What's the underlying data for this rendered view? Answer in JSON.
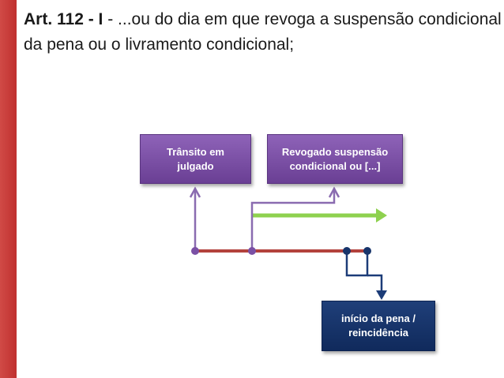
{
  "heading": {
    "article_label": "Art. 112 - I",
    "text": " - ...ou do dia em que revoga a suspensão condicional da pena ou o livramento condicional;"
  },
  "diagram": {
    "transito_label": "Trânsito em julgado",
    "revogado_label": "Revogado suspensão condicional ou [...]",
    "inicio_label": "início da pena / reincidência"
  },
  "colors": {
    "side_bar": "#c8403c",
    "purple_box": "#7b50a5",
    "navy_box": "#17346a",
    "timeline": "#b3423c",
    "green_arrow": "#8ed14f",
    "purple_line": "#8a6bb0",
    "navy_line": "#1c3c78"
  }
}
